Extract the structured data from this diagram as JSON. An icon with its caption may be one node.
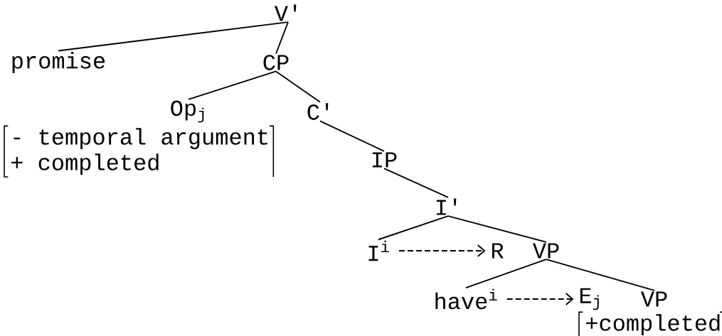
{
  "diagram": {
    "nodes": [
      {
        "text": [
          "V'"
        ]
      },
      {
        "text": [
          "promise"
        ]
      },
      {
        "text": [
          "CP"
        ]
      },
      {
        "text": [
          "Op$_{j}$"
        ],
        "beside": [
          "- temporal argument",
          "+ completed"
        ]
      },
      {
        "text": [
          "C'"
        ]
      },
      {
        "text": [
          "IP"
        ]
      },
      {
        "text": [
          "I'"
        ]
      },
      {
        "text": [
          "I$^{i}$"
        ]
      },
      {
        "text": [
          "R"
        ]
      },
      {
        "text": [
          "VP"
        ]
      },
      {
        "text": [
          "have$^{i}$"
        ]
      },
      {
        "text": [
          "E$_{j}$"
        ]
      },
      {
        "text": [
          "VP"
        ],
        "beside": [
          "+completed"
        ]
      }
    ],
    "edges": [
      {
        "from": 0,
        "to": 1,
        "arrow": "none"
      },
      {
        "from": 0,
        "to": 2,
        "arrow": "none"
      },
      {
        "from": 2,
        "to": 3,
        "arrow": "none"
      },
      {
        "from": 2,
        "to": 4,
        "arrow": "none"
      },
      {
        "from": 4,
        "to": 5,
        "arrow": "none"
      },
      {
        "from": 5,
        "to": 6,
        "arrow": "none"
      },
      {
        "from": 6,
        "to": 7,
        "arrow": "none"
      },
      {
        "from": 6,
        "to": 9,
        "arrow": "none"
      },
      {
        "from": 7,
        "to": 8,
        "arrow": "to",
        "style": "dashed"
      },
      {
        "from": 9,
        "to": 10,
        "arrow": "none"
      },
      {
        "from": 9,
        "to": 12,
        "arrow": "none"
      },
      {
        "from": 10,
        "to": 11,
        "arrow": "to",
        "style": "dashed"
      }
    ]
  }
}
